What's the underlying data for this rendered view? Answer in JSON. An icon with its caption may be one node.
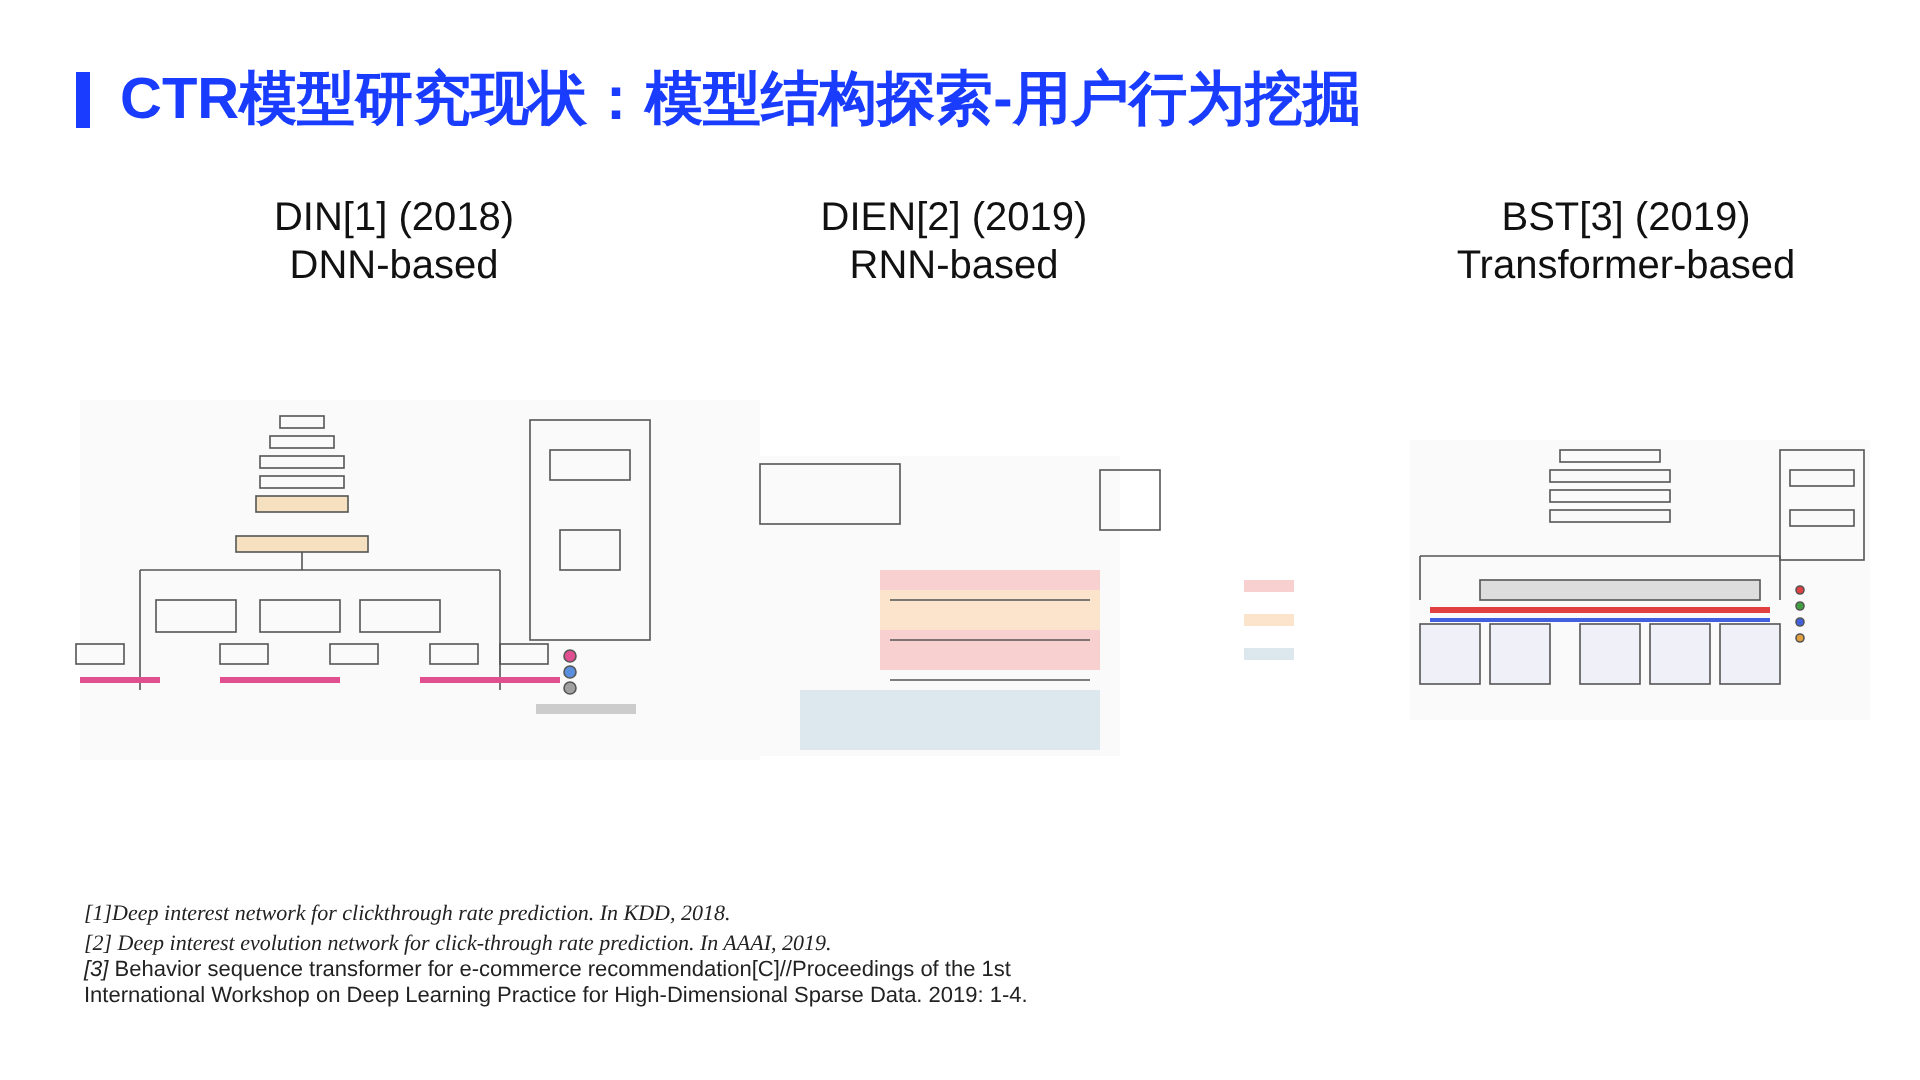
{
  "diagram": {
    "title": "CTR模型研究现状：模型结构探索-用户行为挖掘",
    "labels": [
      "DIN[1] (2018)",
      "DNN-based",
      "DIEN[2] (2019)",
      "RNN-based",
      "BST[3] (2019)",
      "Transformer-based",
      "[1]Deep interest network for clickthrough rate prediction. In KDD, 2018.",
      "[2] Deep interest evolution network for click-through rate prediction. In AAAI, 2019.",
      "*[3]* Behavior sequence transformer for e-commerce recommendation[C]//Proceedings of the 1st International Workshop on Deep Learning Practice for High-Dimensional Sparse Data. 2019: 1-4."
    ]
  }
}
